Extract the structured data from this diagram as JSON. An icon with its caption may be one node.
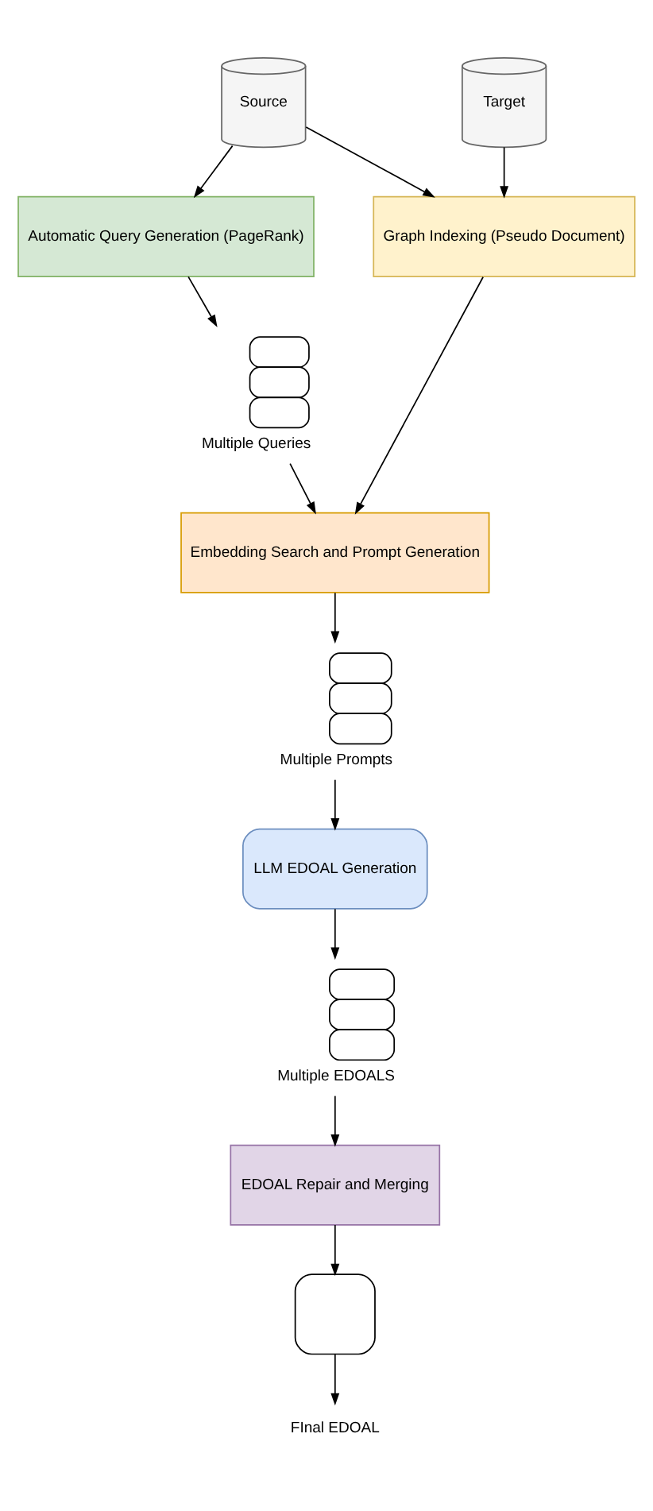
{
  "diagram": {
    "nodes": [
      {
        "text": [
          "Source"
        ]
      },
      {
        "text": [
          "Target"
        ]
      },
      {
        "text": [
          "Automatic Query Generation (PageRank)"
        ]
      },
      {
        "text": [
          "Graph Indexing (Pseudo Document)"
        ]
      },
      {
        "text": [],
        "shape": "box",
        "beside": [
          "Multiple Queries"
        ]
      },
      {
        "text": [
          "Embedding Search and Prompt Generation"
        ]
      },
      {
        "text": [],
        "shape": "box",
        "beside": [
          "Multiple Prompts"
        ]
      },
      {
        "text": [
          "LLM EDOAL Generation"
        ]
      },
      {
        "text": [],
        "shape": "box",
        "beside": [
          "Multiple EDOALS"
        ]
      },
      {
        "text": [
          "EDOAL Repair and Merging"
        ]
      },
      {
        "text": [],
        "shape": "box"
      },
      {
        "text": [
          "FInal EDOAL"
        ]
      }
    ],
    "edges": [
      {
        "from": 0,
        "to": 2,
        "arrow": "to"
      },
      {
        "from": 0,
        "to": 3,
        "arrow": "to"
      },
      {
        "from": 1,
        "to": 3,
        "arrow": "to"
      },
      {
        "from": 2,
        "to": 4,
        "arrow": "to"
      },
      {
        "from": 4,
        "to": 5,
        "arrow": "to"
      },
      {
        "from": 3,
        "to": 5,
        "arrow": "to"
      },
      {
        "from": 5,
        "to": 6,
        "arrow": "to"
      },
      {
        "from": 6,
        "to": 7,
        "arrow": "to"
      },
      {
        "from": 7,
        "to": 8,
        "arrow": "to"
      },
      {
        "from": 8,
        "to": 9,
        "arrow": "to"
      },
      {
        "from": 9,
        "to": 10,
        "arrow": "to"
      },
      {
        "from": 10,
        "to": 11,
        "arrow": "to"
      }
    ]
  }
}
